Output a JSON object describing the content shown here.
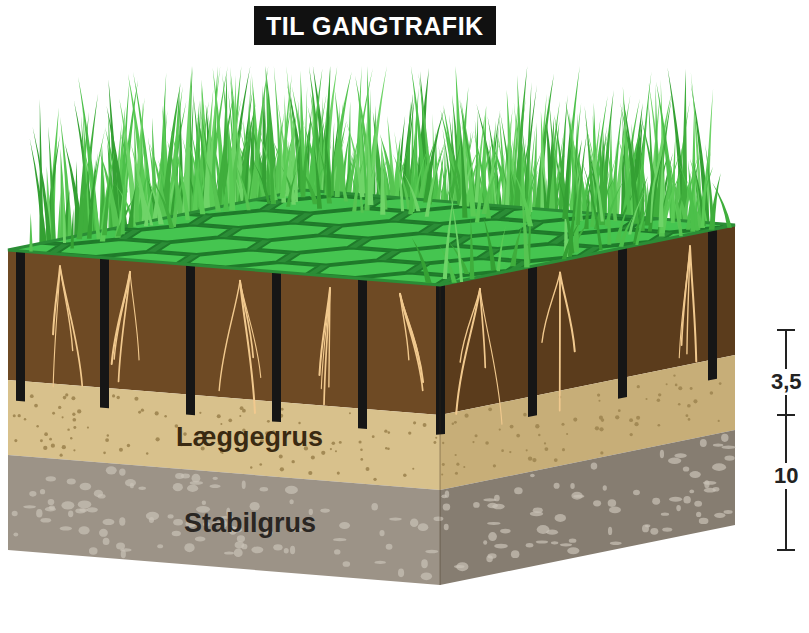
{
  "diagram": {
    "title": "TIL GANGTRAFIK",
    "nodes": [
      {
        "text": [
          "Læggegrus"
        ]
      },
      {
        "text": [
          "Stabilgrus"
        ]
      }
    ],
    "labels": [
      "3,5",
      "10"
    ]
  }
}
